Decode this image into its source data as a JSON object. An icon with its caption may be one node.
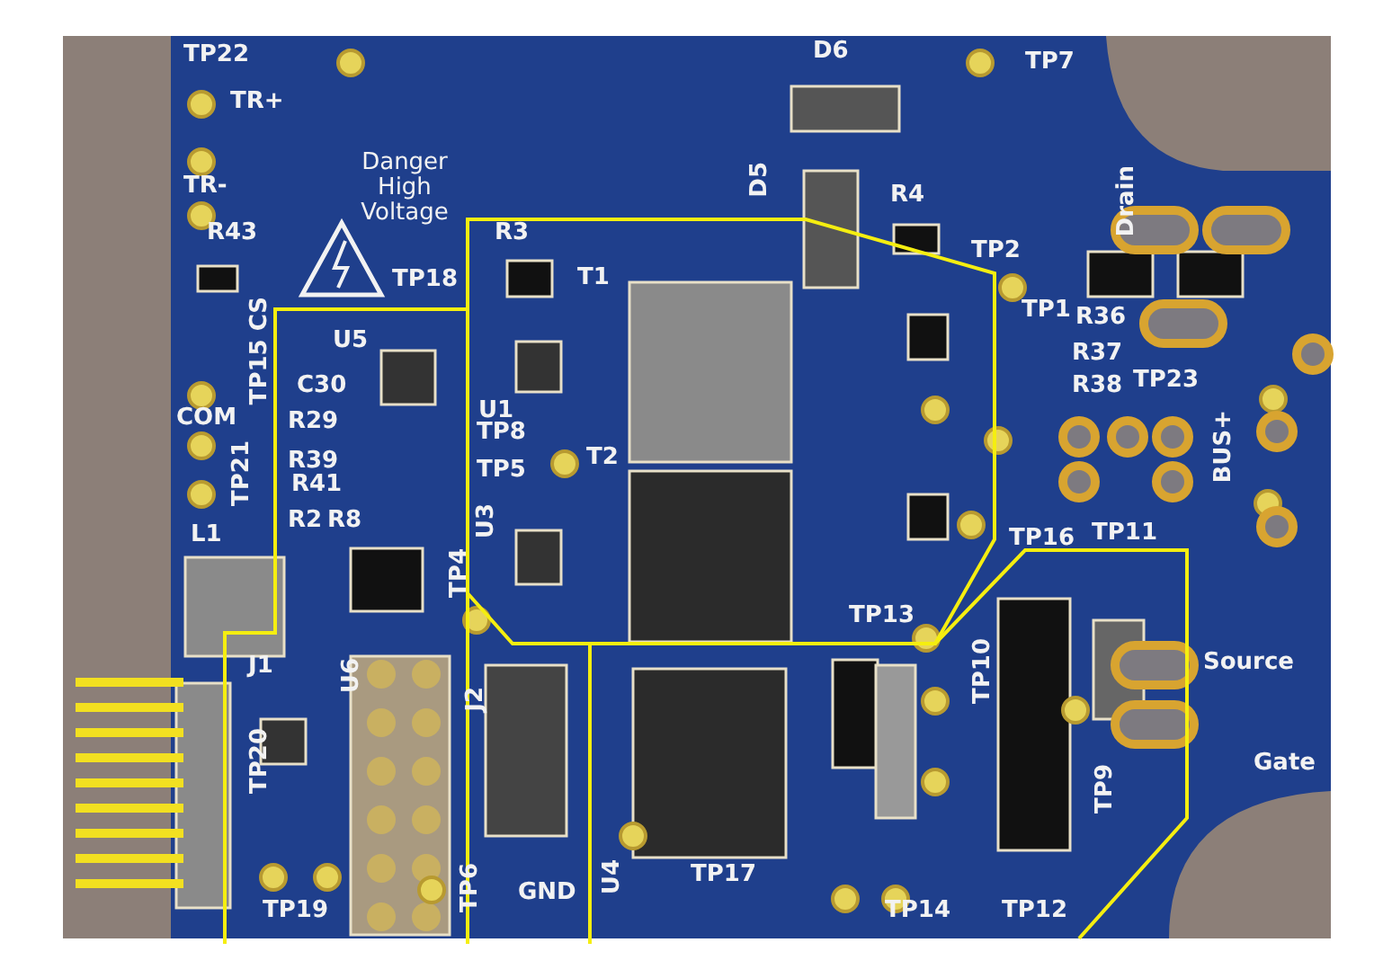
{
  "diagram": {
    "labels": [
      "TP22",
      "D6",
      "TP7",
      "TR+",
      "Danger High Voltage",
      "TR-",
      "D5",
      "R4",
      "R3",
      "R43",
      "TP2",
      "T1",
      "TP18",
      "Drain",
      "TP1",
      "TP15 CS",
      "R36",
      "R37",
      "R38",
      "U5",
      "TP23",
      "C30",
      "R29",
      "U1",
      "COM",
      "TP8",
      "T2",
      "R39",
      "TP5",
      "BUS+",
      "TP21",
      "R41",
      "U3",
      "L1",
      "R2",
      "R8",
      "TP16",
      "TP11",
      "TP4",
      "TP13",
      "J1",
      "TP10",
      "Source",
      "U6",
      "J2",
      "Gate",
      "TP20",
      "TP9",
      "TP19",
      "TP6",
      "GND",
      "U4",
      "TP17",
      "TP14",
      "TP12"
    ]
  }
}
